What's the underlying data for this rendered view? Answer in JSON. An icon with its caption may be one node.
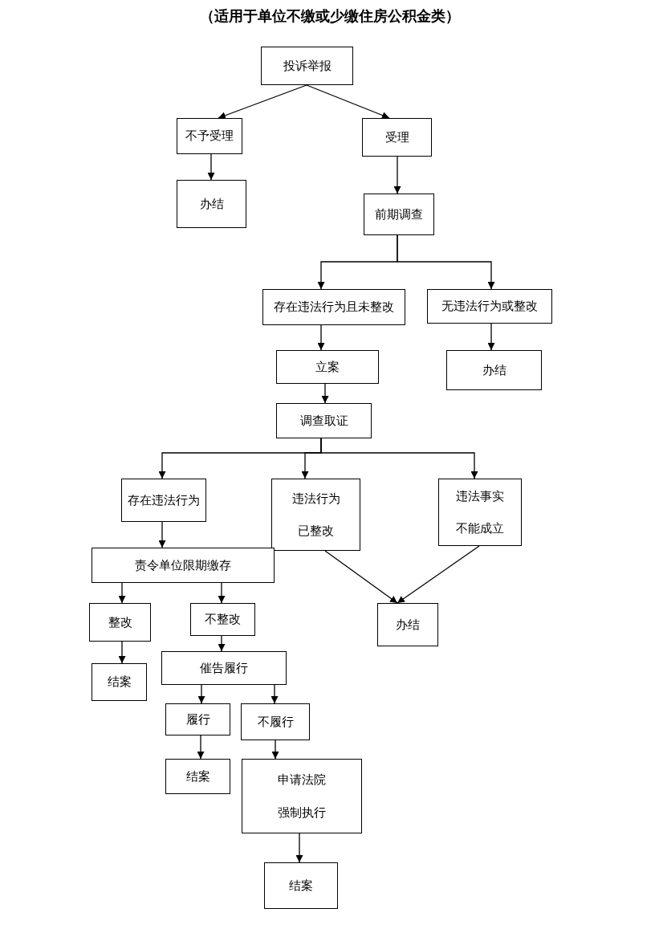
{
  "diagram": {
    "title": "（适用于单位不缴或少缴住房公积金类）",
    "nodes": [
      {
        "text": [
          "投诉举报"
        ]
      },
      {
        "text": [
          "不予受理"
        ]
      },
      {
        "text": [
          "受理"
        ]
      },
      {
        "text": [
          "办结"
        ]
      },
      {
        "text": [
          "前期调查"
        ]
      },
      {
        "text": [
          "存在违法行为且未整改"
        ]
      },
      {
        "text": [
          "无违法行为或整改"
        ]
      },
      {
        "text": [
          "立案"
        ]
      },
      {
        "text": [
          "办结"
        ]
      },
      {
        "text": [
          "调查取证"
        ]
      },
      {
        "text": [
          "存在违法行为"
        ]
      },
      {
        "text": [
          "违法行为已整改"
        ]
      },
      {
        "text": [
          "违法事实不能成立"
        ]
      },
      {
        "text": [
          "责令单位限期缴存"
        ]
      },
      {
        "text": [
          "整改"
        ]
      },
      {
        "text": [
          "不整改"
        ]
      },
      {
        "text": [
          "办结"
        ]
      },
      {
        "text": [
          "结案"
        ]
      },
      {
        "text": [
          "催告履行"
        ]
      },
      {
        "text": [
          "履行"
        ]
      },
      {
        "text": [
          "不履行"
        ]
      },
      {
        "text": [
          "结案"
        ]
      },
      {
        "text": [
          "申请法院强制执行"
        ]
      },
      {
        "text": [
          "结案"
        ]
      }
    ],
    "edges": [
      {
        "from": 0,
        "to": 1,
        "arrow": "to"
      },
      {
        "from": 0,
        "to": 2,
        "arrow": "to"
      },
      {
        "from": 1,
        "to": 3,
        "arrow": "to"
      },
      {
        "from": 2,
        "to": 4,
        "arrow": "to"
      },
      {
        "from": 4,
        "to": 5,
        "arrow": "to"
      },
      {
        "from": 4,
        "to": 6,
        "arrow": "to"
      },
      {
        "from": 5,
        "to": 7,
        "arrow": "to"
      },
      {
        "from": 6,
        "to": 8,
        "arrow": "to"
      },
      {
        "from": 7,
        "to": 9,
        "arrow": "to"
      },
      {
        "from": 9,
        "to": 10,
        "arrow": "to"
      },
      {
        "from": 9,
        "to": 11,
        "arrow": "to"
      },
      {
        "from": 9,
        "to": 12,
        "arrow": "to"
      },
      {
        "from": 10,
        "to": 13,
        "arrow": "to"
      },
      {
        "from": 11,
        "to": 16,
        "arrow": "to"
      },
      {
        "from": 12,
        "to": 16,
        "arrow": "to"
      },
      {
        "from": 13,
        "to": 14,
        "arrow": "to"
      },
      {
        "from": 13,
        "to": 15,
        "arrow": "to"
      },
      {
        "from": 14,
        "to": 17,
        "arrow": "to"
      },
      {
        "from": 15,
        "to": 18,
        "arrow": "to"
      },
      {
        "from": 18,
        "to": 19,
        "arrow": "to"
      },
      {
        "from": 18,
        "to": 20,
        "arrow": "to"
      },
      {
        "from": 19,
        "to": 21,
        "arrow": "to"
      },
      {
        "from": 20,
        "to": 22,
        "arrow": "to"
      },
      {
        "from": 22,
        "to": 23,
        "arrow": "to"
      }
    ]
  }
}
